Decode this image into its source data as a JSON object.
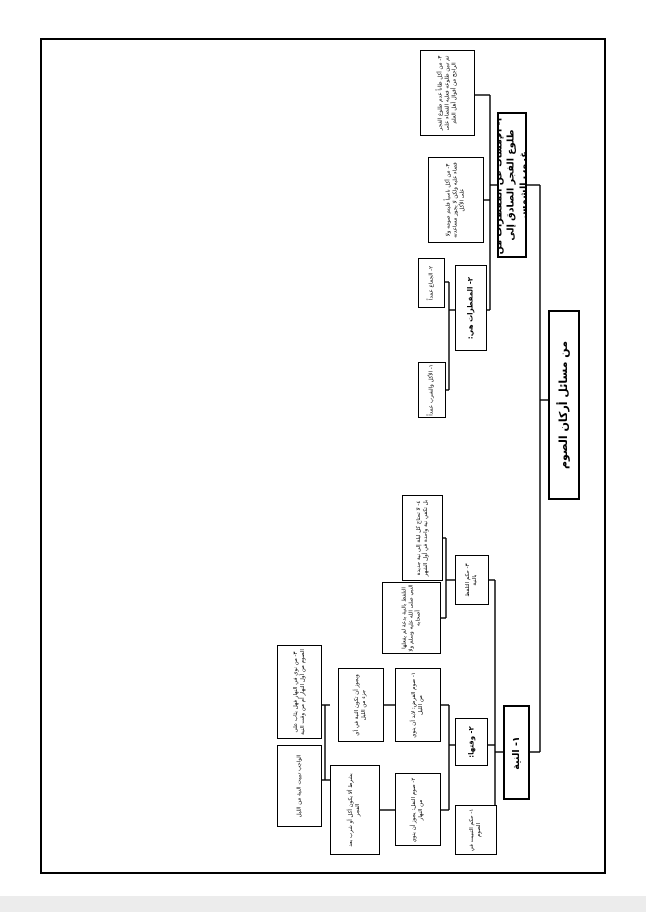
{
  "diagram": {
    "title": "من مسائل أركان الصوم",
    "nodes": {
      "niyya": "١- النية",
      "imsak": "٢- الإمساك عن المفطرات من طلوع الفجر الصادق إلى غروب الشمس",
      "mufattirat": "٢- المفطرات هي:",
      "mf1": "١- الأكل والشرب عمداً",
      "mf2": "٢- الجماع عمداً",
      "m_note1": "٣- من أكل ناسياً فليتم صومه ولا قضاء عليه ولكن لا يجوز مساعدته على الأكل",
      "m_note2": "٣- من أكل ظاناً عدم طلوع الفجر ثم تبين طلوعه فعليه القضاء على الراجح من أقوال أهل العلم",
      "n_tabyeet": "١- حكم التبييت في الصوم",
      "n_tabyeet_note": "الواجب تبييت النية من الليل",
      "n_waqt": "٢- وقتها:",
      "n_fard": "١- صوم الفرض: لابد أن ينوي من الليل",
      "n_fard_note": "ويجوز أن تكون النية في أي جزء من الليل",
      "n_nafl": "٢- صوم النفل: يجوز أن ينوي من النهار",
      "n_nafl_note": "بشرط ألا يكون أكل أو شرب بعد الفجر",
      "n_nafl_note2": "٣- من نوى في النهار فهل يثاب على الصوم من أول النهار أم من وقت النية",
      "n_hukm": "٣- حكم التلفظ بالنية",
      "n_hukm1": "التلفظ بالنية بدعة لم يفعلها النبي صلى الله عليه وسلم ولا أصحابه",
      "n_hukm2": "٤- لا تحتاج كل ليلة إلى نية جديدة بل تكفي نية واحدة في أول الشهر"
    }
  }
}
